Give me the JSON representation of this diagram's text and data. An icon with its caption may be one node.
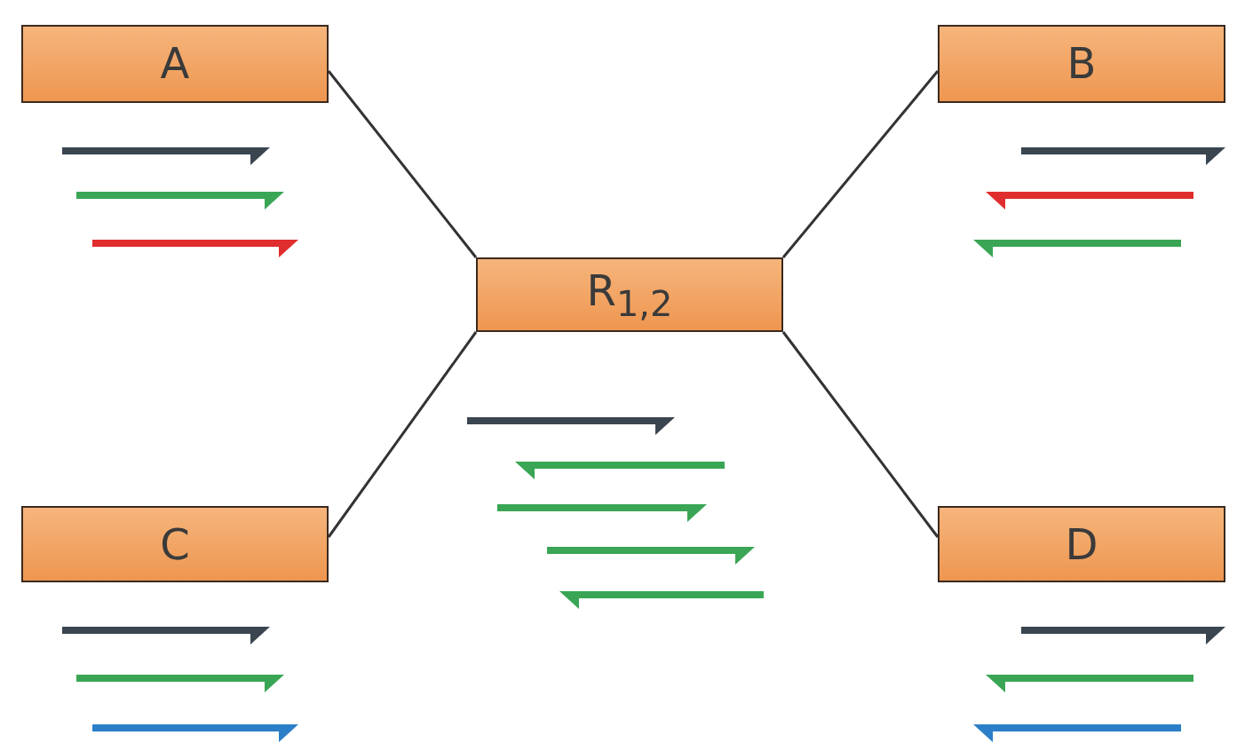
{
  "diagram": {
    "nodes": [
      {
        "text": [
          "A"
        ]
      },
      {
        "text": [
          "B"
        ]
      },
      {
        "text": [
          "R$_{1,2}$"
        ]
      },
      {
        "text": [
          "C"
        ]
      },
      {
        "text": [
          "D"
        ]
      }
    ],
    "edges": [
      {
        "from": 0,
        "to": 2,
        "arrow": "none"
      },
      {
        "from": 1,
        "to": 2,
        "arrow": "none"
      },
      {
        "from": 3,
        "to": 2,
        "arrow": "none"
      },
      {
        "from": 4,
        "to": 2,
        "arrow": "none"
      }
    ]
  }
}
